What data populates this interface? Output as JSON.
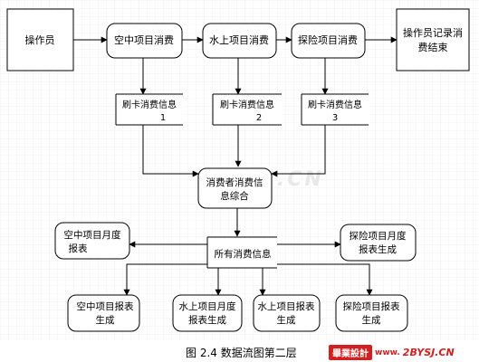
{
  "diagram": {
    "operator": "操作员",
    "operator_end": [
      "操作员记录消",
      "费结束"
    ],
    "proc_air": "空中项目消费",
    "proc_water": "水上项目消费",
    "proc_explore": "探险项目消费",
    "store_card_1": [
      "刷卡消费信息",
      "1"
    ],
    "store_card_2": [
      "刷卡消费信息",
      "2"
    ],
    "store_card_3": [
      "刷卡消费信息",
      "3"
    ],
    "consumer_info": [
      "消费者消费信",
      "息综合"
    ],
    "all_consume": "所有消费信息",
    "air_monthly": [
      "空中项目月度",
      "报表"
    ],
    "explore_monthly": [
      "探险项目月度",
      "报表生成"
    ],
    "out_air": [
      "空中项目报表",
      "生成"
    ],
    "out_water_month": [
      "水上项目月度",
      "报表生成"
    ],
    "out_water": [
      "水上项目报表",
      "生成"
    ],
    "out_explore": [
      "探险项目报表",
      "生成"
    ],
    "watermark": "2BYSJ.CN"
  },
  "caption": {
    "label": "图 2.4  数据流图第二层",
    "brand_cn": "畢業設計",
    "brand_site": "2BYSJ.CN",
    "brand_www": "www."
  },
  "colors": {
    "line": "#000000",
    "grid": "#e6e6e6",
    "watermark": "#e8e8e8",
    "brand": "#d31f1f"
  }
}
